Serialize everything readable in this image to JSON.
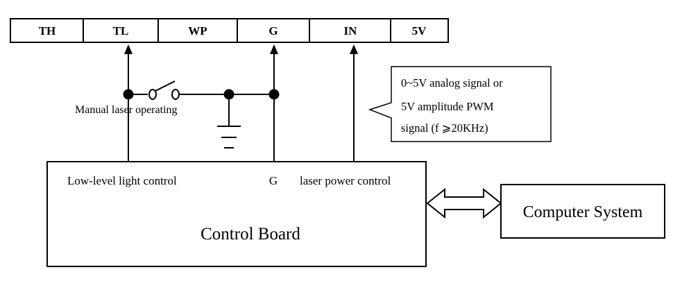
{
  "connector_header": {
    "pins": [
      "TH",
      "TL",
      "WP",
      "G",
      "IN",
      "5V"
    ]
  },
  "switch_label": "Manual laser operating",
  "signal_note": {
    "lines": [
      "0~5V analog signal or",
      "5V amplitude PWM",
      "signal (f ⩾20KHz)"
    ]
  },
  "control_board": {
    "title": "Control Board",
    "port_labels": {
      "low_level": "Low-level light control",
      "ground": "G",
      "power": "laser power control"
    }
  },
  "computer_system": {
    "label": "Computer System"
  },
  "icons": {
    "ground": "ground-symbol-icon",
    "switch": "switch-icon",
    "link": "double-arrow-icon"
  }
}
